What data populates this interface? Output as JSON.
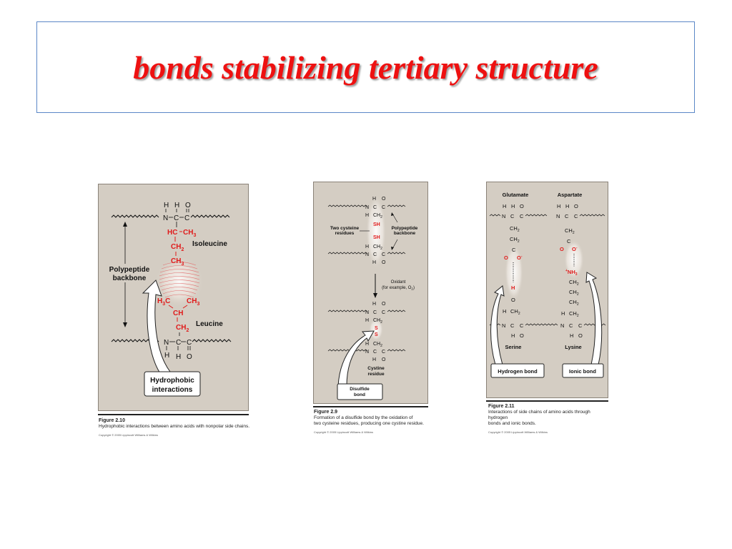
{
  "slide": {
    "title": "bonds stabilizing tertiary structure"
  },
  "fig1": {
    "label_polypeptide": [
      "Polypeptide",
      "backbone"
    ],
    "top_h": "H",
    "top_h2": "H",
    "top_o": "O",
    "n": "N",
    "c": "C",
    "hc": "HC",
    "ch3": "CH",
    "ch2": "CH",
    "sub2": "2",
    "sub3": "3",
    "h3c": "H",
    "c_only": "C",
    "ch": "CH",
    "isoleucine": "Isoleucine",
    "leucine": "Leucine",
    "bottom_h": "H",
    "bottom_h2": "H",
    "bottom_o": "O",
    "callout": [
      "Hydrophobic",
      "interactions"
    ],
    "caption": {
      "number": "Figure 2.10",
      "text": "Hydrophobic interactions between amino acids with nonpolar side chains.",
      "copyright": "Copyright © 2005 Lippincott Williams & Wilkins"
    }
  },
  "fig2": {
    "h": "H",
    "o": "O",
    "n": "N",
    "c": "C",
    "ch2": "CH",
    "sub2": "2",
    "sh": "SH",
    "s": "S",
    "two_cysteine": [
      "Two cysteine",
      "residues"
    ],
    "polypeptide": [
      "Polypeptide",
      "backbone"
    ],
    "oxidant": [
      "Oxidant",
      "(for example, O"
    ],
    "cystine": [
      "Cystine",
      "residue"
    ],
    "callout": [
      "Disulfide",
      "bond"
    ],
    "caption": {
      "number": "Figure 2.9",
      "text_1": "Formation of a disulfide bond by the oxidation of",
      "text_2": "two cysteine residues, producing one cystine residue.",
      "copyright": "Copyright © 2005 Lippincott Williams & Wilkins"
    }
  },
  "fig3": {
    "glutamate": "Glutamate",
    "aspartate": "Aspartate",
    "h": "H",
    "o": "O",
    "n": "N",
    "c": "C",
    "ch2": "CH",
    "sub2": "2",
    "o_minus": "O",
    "minus": "-",
    "nh3": "NH",
    "sub3": "3",
    "plus": "+",
    "serine": "Serine",
    "lysine": "Lysine",
    "hydrogen_bond": "Hydrogen bond",
    "ionic_bond": "Ionic bond",
    "caption": {
      "number": "Figure 2.11",
      "text_1": "Interactions of side chains of amino acids through hydrogen",
      "text_2": "bonds and ionic bonds.",
      "copyright": "Copyright © 2005 Lippincott Williams & Wilkins"
    }
  }
}
